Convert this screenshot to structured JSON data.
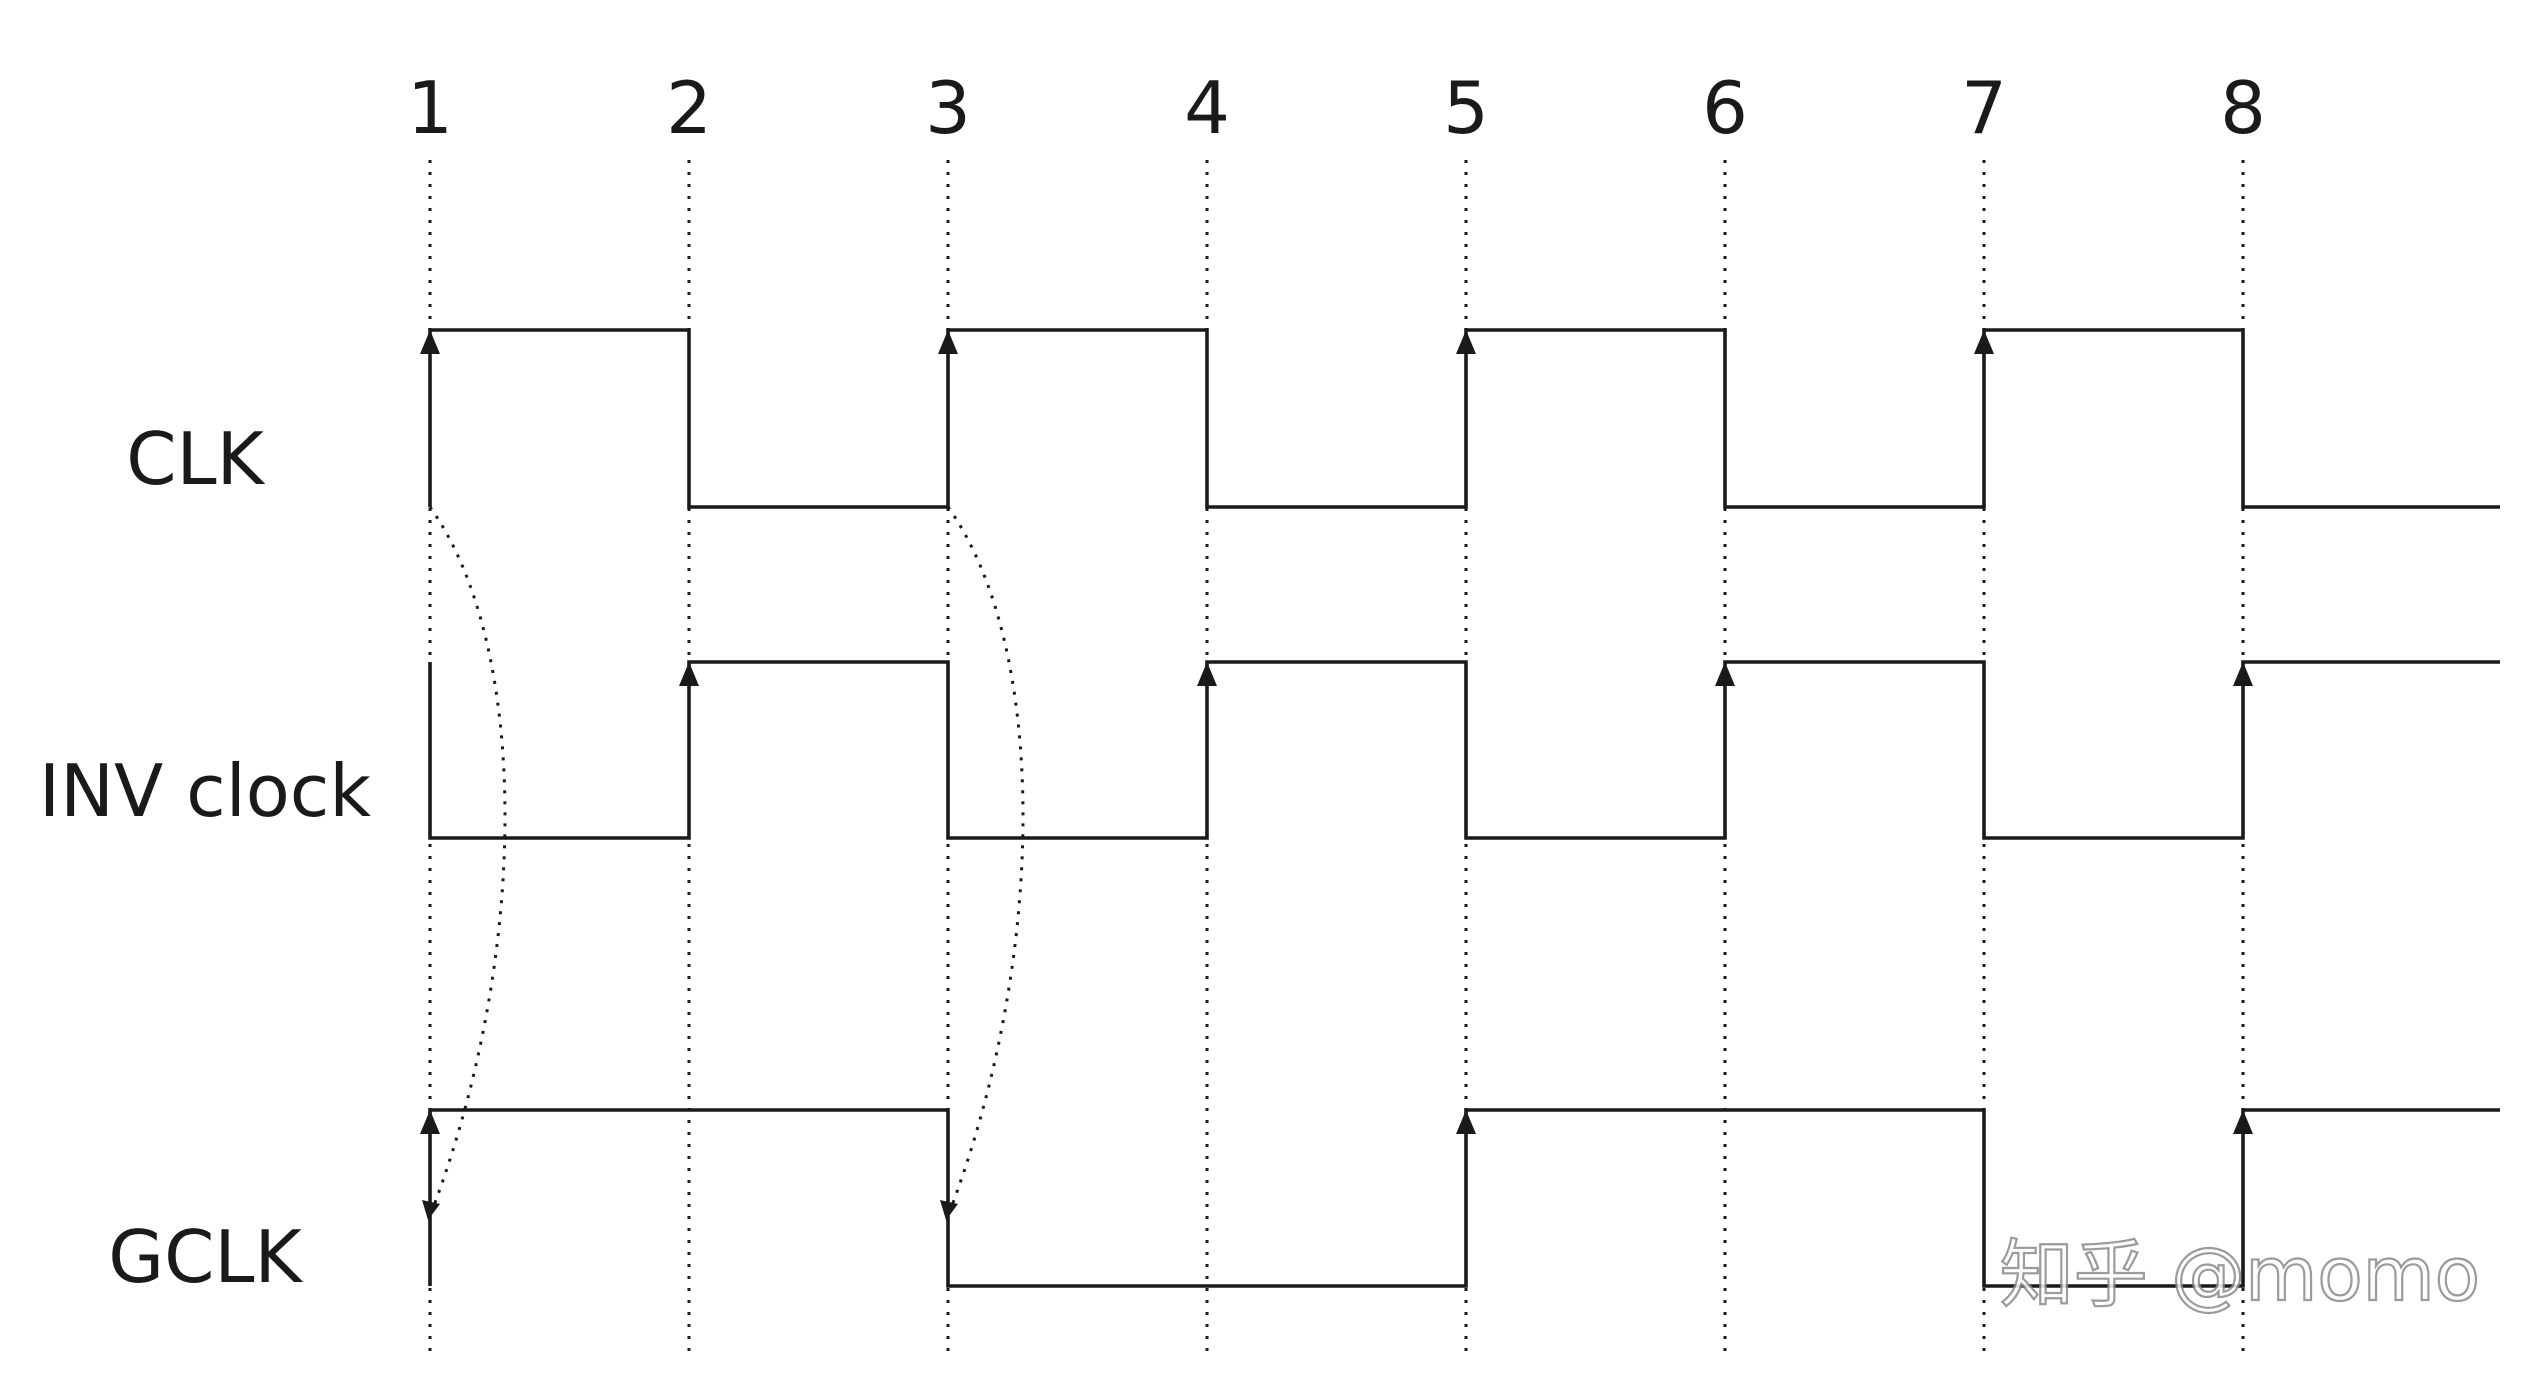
{
  "diagram": {
    "edges": [
      "1",
      "2",
      "3",
      "4",
      "5",
      "6",
      "7",
      "8"
    ],
    "signals": [
      {
        "name": "CLK",
        "initial": 0,
        "levels": [
          1,
          0,
          1,
          0,
          1,
          0,
          1,
          0
        ],
        "rising_arrows": [
          "1",
          "3",
          "5",
          "7"
        ]
      },
      {
        "name": "INV clock",
        "initial": 1,
        "levels": [
          0,
          1,
          0,
          1,
          0,
          1,
          0,
          1
        ],
        "rising_arrows": [
          "2",
          "4",
          "6",
          "8"
        ]
      },
      {
        "name": "GCLK",
        "initial": 0,
        "levels": [
          1,
          1,
          0,
          0,
          1,
          1,
          0,
          1
        ],
        "rising_arrows": [
          "1",
          "5",
          "8"
        ]
      }
    ],
    "dependencies": [
      {
        "from_signal": "CLK",
        "to_signal": "GCLK",
        "edge": "1"
      },
      {
        "from_signal": "CLK",
        "to_signal": "GCLK",
        "edge": "3"
      }
    ]
  },
  "watermark": {
    "text": "知乎 @momo"
  }
}
